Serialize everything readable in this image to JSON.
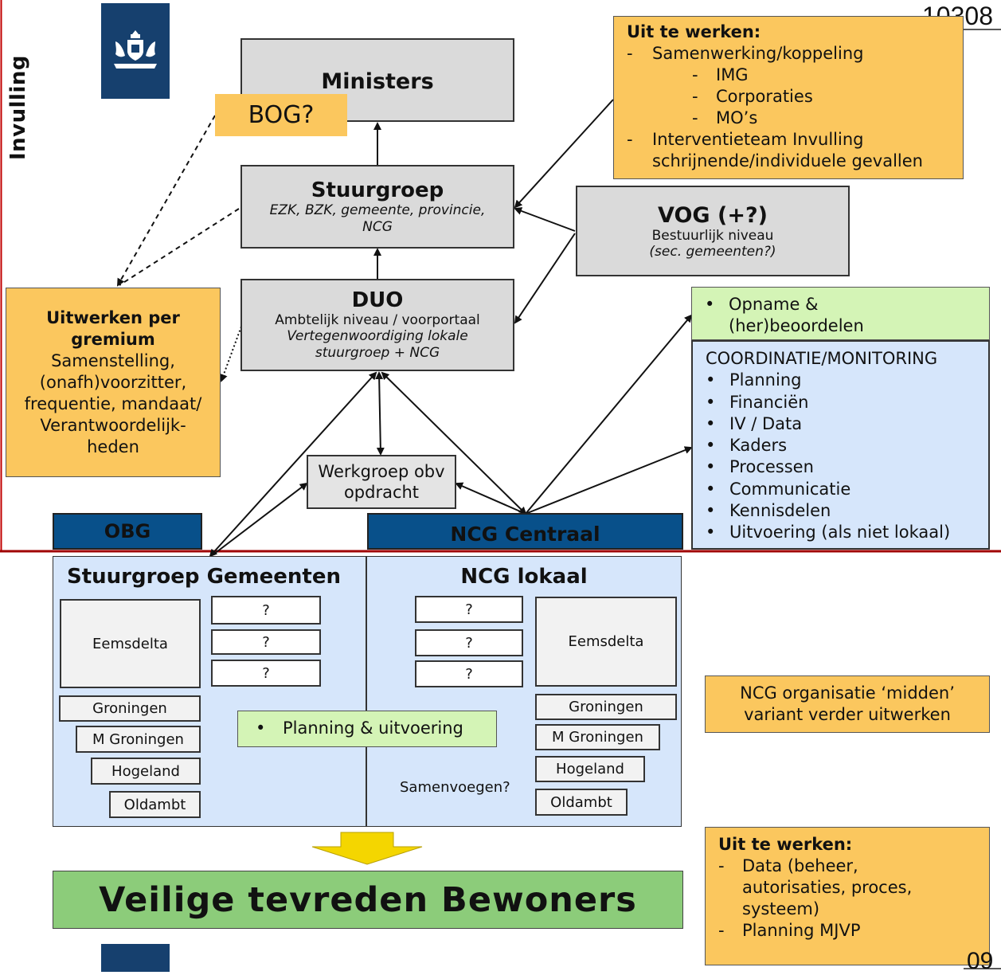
{
  "side_label": "Invulling",
  "doc_number_top": "10308",
  "doc_number_bottom": "09",
  "ministers": "Ministers",
  "bog": "BOG?",
  "stuurgroep": {
    "title": "Stuurgroep",
    "subtitle": "EZK, BZK, gemeente, provincie, NCG"
  },
  "duo": {
    "title": "DUO",
    "line1": "Ambtelijk niveau / voorportaal",
    "line2": "Vertegenwoordiging lokale stuurgroep + NCG"
  },
  "vog": {
    "title": "VOG (+?)",
    "line1": "Bestuurlijk niveau",
    "line2": "(sec. gemeenten?)"
  },
  "uitwerken_gremium": {
    "title": "Uitwerken per gremium",
    "body": "Samenstelling, (onafh)voorzitter, frequentie, mandaat/ Verantwoordelijk-heden"
  },
  "uit_te_werken_top": {
    "title": "Uit te werken:",
    "item1": "Samenwerking/koppeling",
    "sub": [
      "IMG",
      "Corporaties",
      "MO’s"
    ],
    "item2": "Interventieteam Invulling schrijnende/individuele gevallen"
  },
  "opname": "Opname & (her)beoordelen",
  "coordinatie": {
    "title": "COORDINATIE/MONITORING",
    "items": [
      "Planning",
      "Financiën",
      "IV / Data",
      "Kaders",
      "Processen",
      "Communicatie",
      "Kennisdelen",
      "Uitvoering (als niet lokaal)"
    ]
  },
  "werkgroep": "Werkgroep obv opdracht",
  "obg": "OBG",
  "ncg_centraal": "NCG Centraal",
  "stuurgroep_gemeenten": "Stuurgroep Gemeenten",
  "ncg_lokaal": "NCG lokaal",
  "left_gemeenten": {
    "eemsdelta": "Eemsdelta",
    "q": [
      "?",
      "?",
      "?"
    ],
    "list": [
      "Groningen",
      "M Groningen",
      "Hogeland",
      "Oldambt"
    ]
  },
  "right_gemeenten": {
    "eemsdelta": "Eemsdelta",
    "q": [
      "?",
      "?",
      "?"
    ],
    "list": [
      "Groningen",
      "M Groningen",
      "Hogeland",
      "Oldambt"
    ]
  },
  "planning_uitvoering": "Planning & uitvoering",
  "samenvoegen": "Samenvoegen?",
  "ncg_midden": "NCG organisatie ‘midden’ variant verder uitwerken",
  "veilige": "Veilige tevreden Bewoners",
  "uit_te_werken_bottom": {
    "title": "Uit te werken:",
    "items": [
      "Data (beheer, autorisaties, proces, systeem)",
      "Planning MJVP"
    ]
  },
  "colors": {
    "orange": "#fbc75e",
    "gray": "#dadada",
    "light_blue": "#d6e6fb",
    "light_green": "#d4f4b6",
    "dark_blue": "#08508a",
    "result_green": "#8ccc7a",
    "divider_red": "#c00000"
  }
}
